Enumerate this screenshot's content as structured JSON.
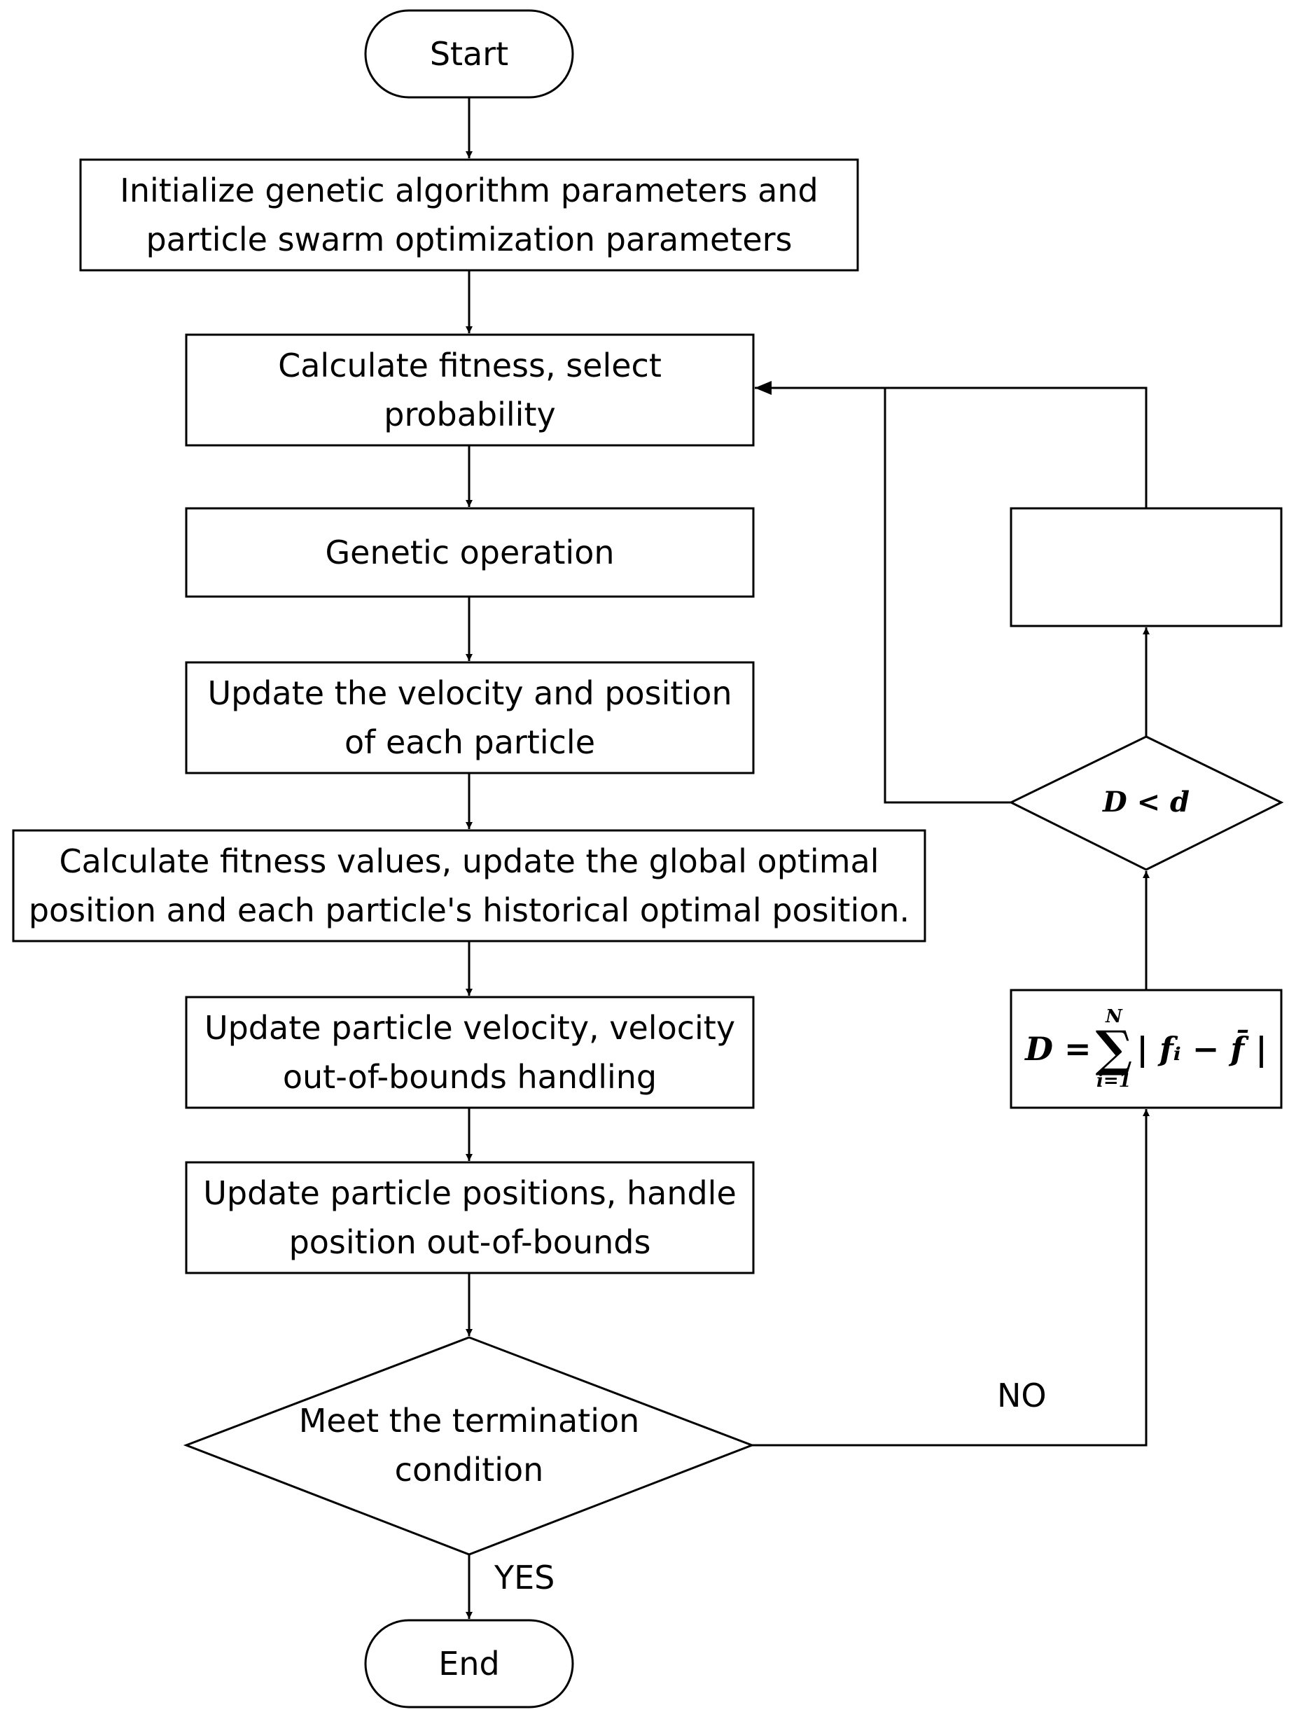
{
  "flowchart": {
    "nodes": {
      "start": "Start",
      "init": "Initialize genetic algorithm parameters and\nparticle swarm optimization parameters",
      "calc_fitness": "Calculate fitness, select\nprobability",
      "genetic_op": "Genetic operation",
      "update_vp": "Update the velocity and position\nof each particle",
      "calc_values": "Calculate fitness values, update the global optimal\nposition and each particle's historical optimal position.",
      "update_velocity": "Update particle velocity, velocity\nout-of-bounds handling",
      "update_positions": "Update particle positions, handle\nposition out-of-bounds",
      "termination": "Meet the termination\ncondition",
      "end": "End",
      "condition": "D < d",
      "empty_box": ""
    },
    "formula": {
      "lhs": "D =",
      "sum_upper": "N",
      "sum_lower": "i=1",
      "sum_symbol": "∑",
      "body": "| fᵢ − f̄ |"
    },
    "edge_labels": {
      "no": "NO",
      "yes": "YES"
    }
  }
}
